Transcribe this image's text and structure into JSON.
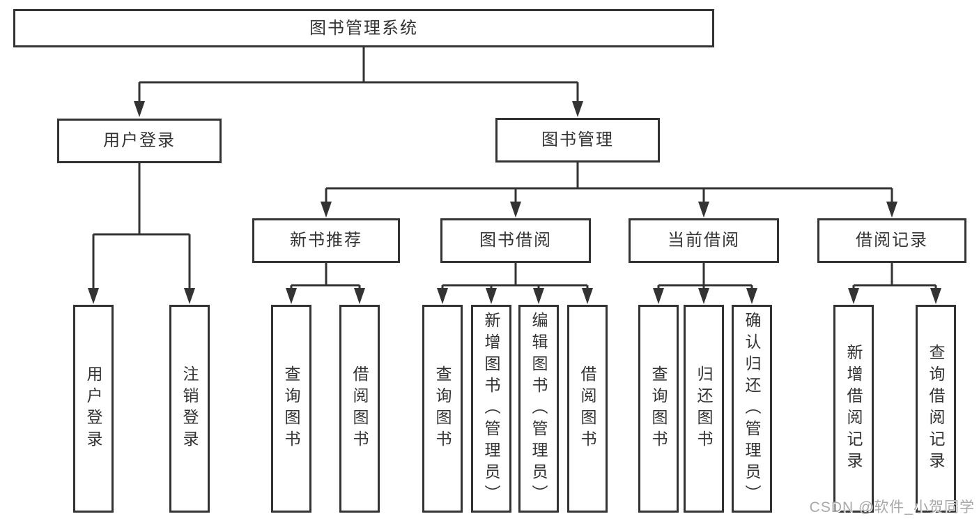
{
  "diagram": {
    "type": "hierarchy-tree",
    "colors": {
      "line": "#333333",
      "box_border": "#333333",
      "box_fill": "#ffffff",
      "text": "#333333",
      "watermark": "#a9a9a9",
      "background": "#ffffff"
    }
  },
  "tree": {
    "label": "图书管理系统",
    "children": [
      {
        "label": "用户登录",
        "children": [
          {
            "label": "用户登录"
          },
          {
            "label": "注销登录"
          }
        ]
      },
      {
        "label": "图书管理",
        "children": [
          {
            "label": "新书推荐",
            "children": [
              {
                "label": "查询图书"
              },
              {
                "label": "借阅图书"
              }
            ]
          },
          {
            "label": "图书借阅",
            "children": [
              {
                "label": "查询图书"
              },
              {
                "label": "新增图书（管理员）"
              },
              {
                "label": "编辑图书（管理员）"
              },
              {
                "label": "借阅图书"
              }
            ]
          },
          {
            "label": "当前借阅",
            "children": [
              {
                "label": "查询图书"
              },
              {
                "label": "归还图书"
              },
              {
                "label": "确认归还（管理员）"
              }
            ]
          },
          {
            "label": "借阅记录",
            "children": [
              {
                "label": "新增借阅记录"
              },
              {
                "label": "查询借阅记录"
              }
            ]
          }
        ]
      }
    ]
  },
  "watermark": {
    "text": "CSDN @软件_小贺同学"
  }
}
